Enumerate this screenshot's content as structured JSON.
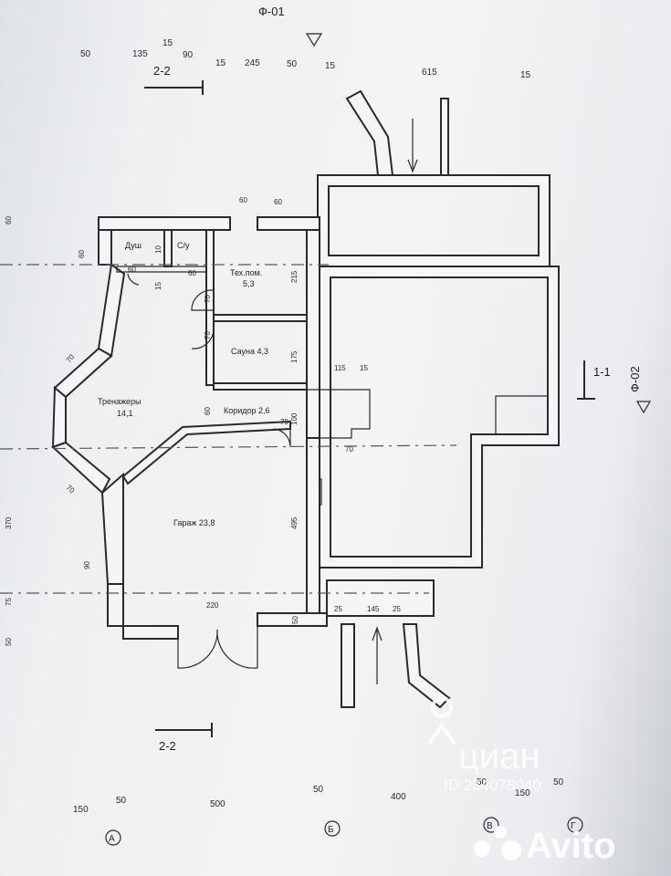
{
  "sheet": {
    "top_label": "Ф-01",
    "right_label": "Ф-02",
    "section_top": "2-2",
    "section_bottom": "2-2",
    "section_right": "1-1"
  },
  "top_dims": [
    "50",
    "135",
    "15",
    "90",
    "15",
    "245",
    "50",
    "15",
    "615",
    "15"
  ],
  "bottom_dims": [
    "150",
    "50",
    "500",
    "50",
    "400",
    "50",
    "150",
    "50"
  ],
  "axes": [
    "А",
    "Б",
    "В",
    "Г"
  ],
  "rooms": {
    "shower": "Душ",
    "wc": "С/у",
    "tech_name": "Тех.пом.",
    "tech_area": "5,3",
    "sauna": "Сауна 4,3",
    "gym_name": "Тренажеры",
    "gym_area": "14,1",
    "corridor": "Коридор 2,6",
    "garage": "Гараж 23,8"
  },
  "inner_dims": {
    "d60a": "60",
    "d60b": "60",
    "d60c": "60",
    "d60d": "60",
    "d60e": "60",
    "d10": "10",
    "d15": "15",
    "d70a": "70",
    "d70b": "70",
    "d70c": "70",
    "d70d": "70",
    "d215": "215",
    "d175": "175",
    "d115": "115",
    "d15b": "15",
    "d60f": "60",
    "d100": "100",
    "d70e": "70",
    "d70f": "70",
    "d495": "495",
    "d90": "90",
    "d220": "220",
    "d50": "50",
    "d25a": "25",
    "d145": "145",
    "d25b": "25"
  },
  "left_dims": [
    "60",
    "370",
    "75",
    "50"
  ],
  "watermark": {
    "cian": "циан",
    "cian_id": "ID:284078040",
    "avito": "Avito"
  }
}
